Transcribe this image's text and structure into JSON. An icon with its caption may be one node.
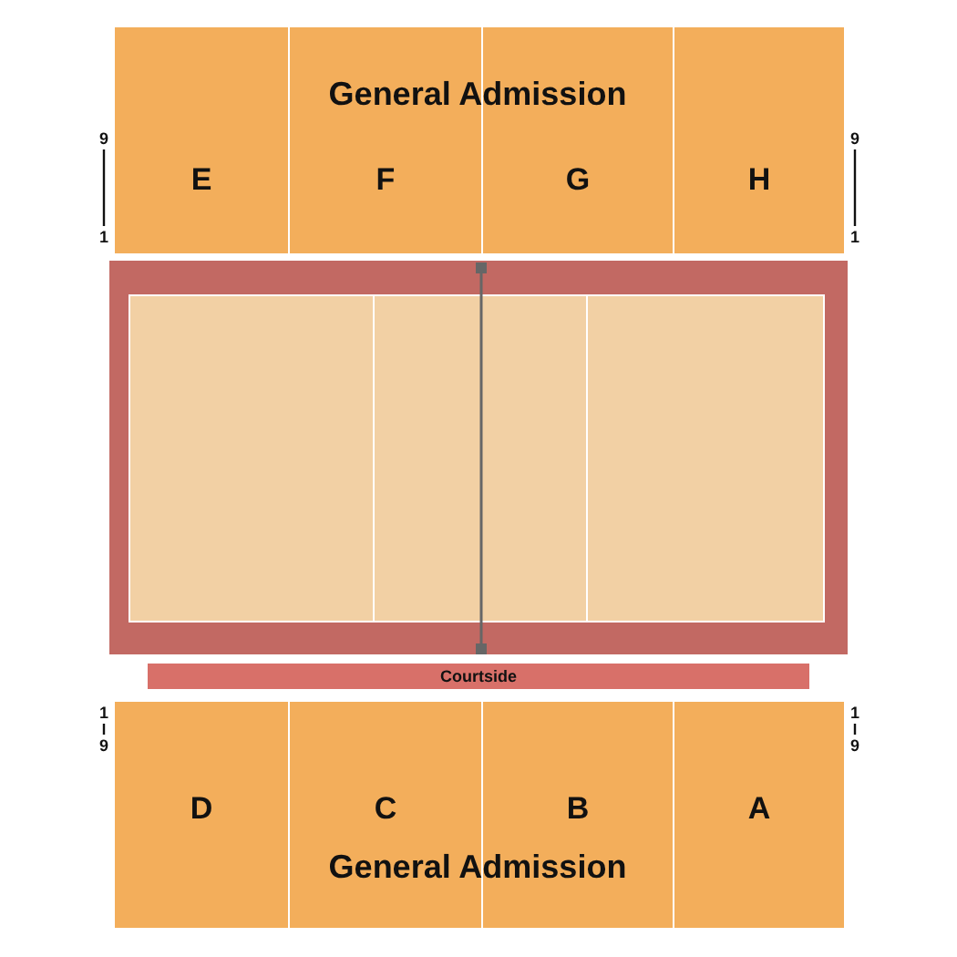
{
  "diagram": {
    "nodes": [
      {
        "text": [
          "E"
        ]
      },
      {
        "text": [
          "F"
        ]
      },
      {
        "text": [
          "G"
        ]
      },
      {
        "text": [
          "H"
        ]
      },
      {
        "text": [
          "Courtside"
        ]
      },
      {
        "text": [
          "D"
        ]
      },
      {
        "text": [
          "C"
        ]
      },
      {
        "text": [
          "B"
        ]
      },
      {
        "text": [
          "A"
        ]
      }
    ],
    "edges": [],
    "labels": [
      "General Admission",
      "9",
      "9",
      "1",
      "1",
      "1",
      "1",
      "9",
      "9",
      "General Admission"
    ]
  }
}
